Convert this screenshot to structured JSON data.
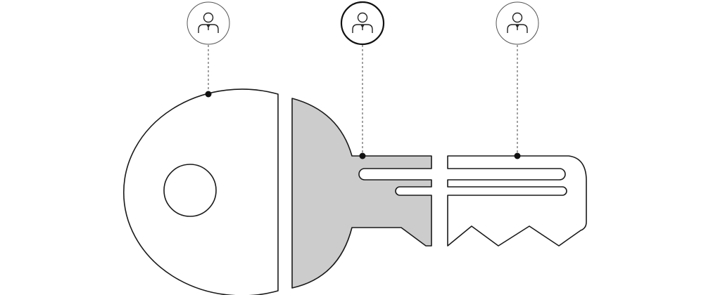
{
  "diagram": {
    "colors": {
      "stroke": "#1a1a1a",
      "fill_default": "#ffffff",
      "fill_highlight": "#cccccc",
      "leader_line": "#444444"
    },
    "parties": [
      {
        "id": "left",
        "icon": "user-icon",
        "emphasized": false
      },
      {
        "id": "center",
        "icon": "user-icon",
        "emphasized": true
      },
      {
        "id": "right",
        "icon": "user-icon",
        "emphasized": false
      }
    ],
    "key_segments": [
      {
        "id": "bow",
        "label": "",
        "highlighted": false,
        "linked_party": "left"
      },
      {
        "id": "shank",
        "label": "",
        "highlighted": true,
        "linked_party": "center"
      },
      {
        "id": "bit",
        "label": "",
        "highlighted": false,
        "linked_party": "right"
      }
    ]
  }
}
